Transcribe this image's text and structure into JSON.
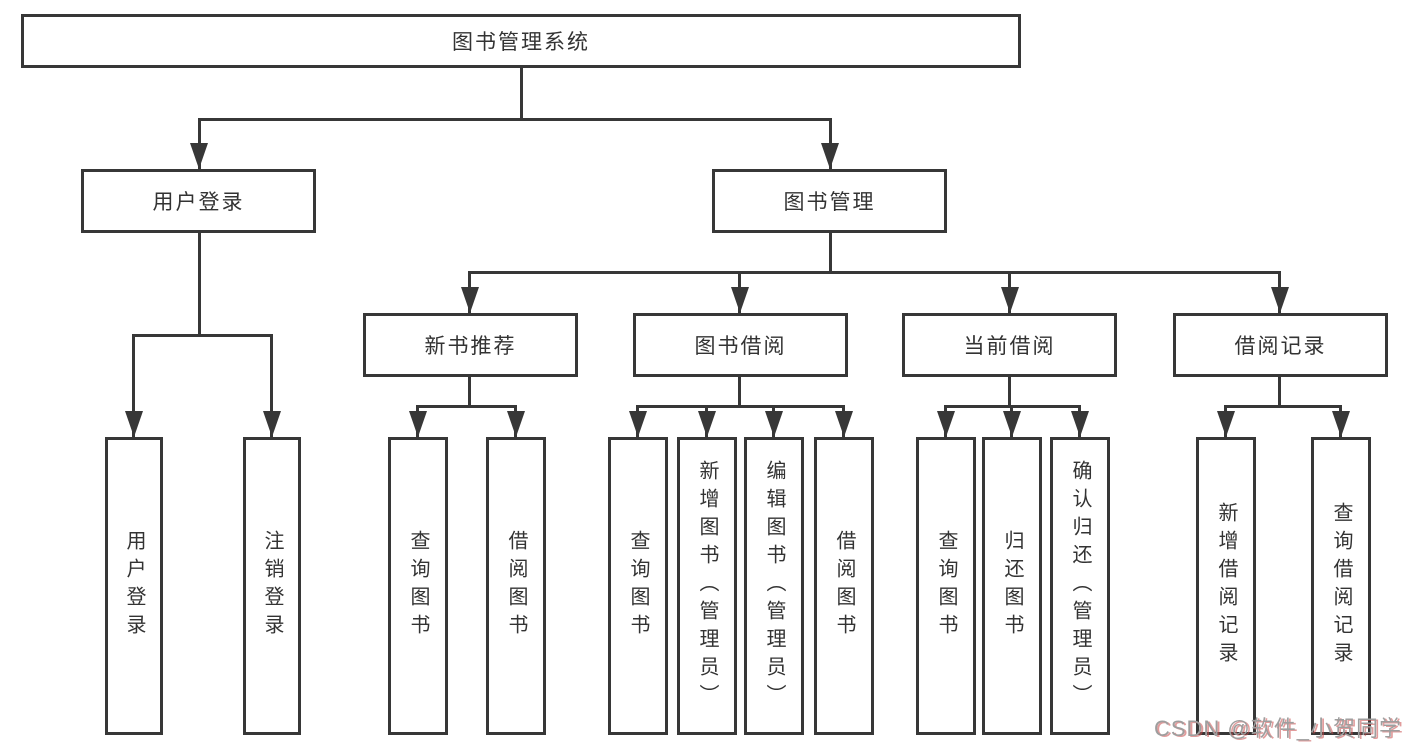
{
  "nodes": {
    "root": "图书管理系统",
    "l2": [
      "用户登录",
      "图书管理"
    ],
    "l3": [
      "新书推荐",
      "图书借阅",
      "当前借阅",
      "借阅记录"
    ],
    "g1": [
      "用户登录",
      "注销登录"
    ],
    "g2": [
      "查询图书",
      "借阅图书"
    ],
    "g3": [
      "查询图书",
      "新增图书（管理员）",
      "编辑图书（管理员）",
      "借阅图书"
    ],
    "g4": [
      "查询图书",
      "归还图书",
      "确认归还（管理员）"
    ],
    "g5": [
      "新增借阅记录",
      "查询借阅记录"
    ]
  },
  "watermark": {
    "text": "CSDN @软件_小贺同学"
  },
  "colors": {
    "line": "#373737",
    "text": "#333333",
    "background": "#ffffff",
    "watermark": "#9e9e9e",
    "watermark_shadow": "#c84a4a"
  }
}
